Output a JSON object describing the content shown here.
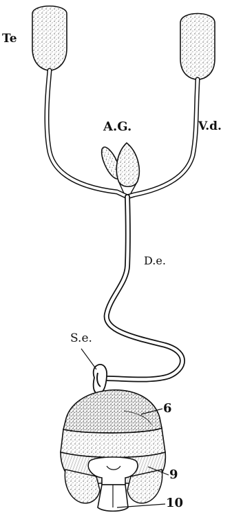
{
  "figure": {
    "labels": {
      "testis": "Te",
      "accessory_glands": "A.G.",
      "vas_deferens": "V.d.",
      "ductus_ejaculatorius": "D.e.",
      "seminal_sac": "S.e.",
      "segment_6": "6",
      "segment_9": "9",
      "segment_10": "10"
    }
  }
}
